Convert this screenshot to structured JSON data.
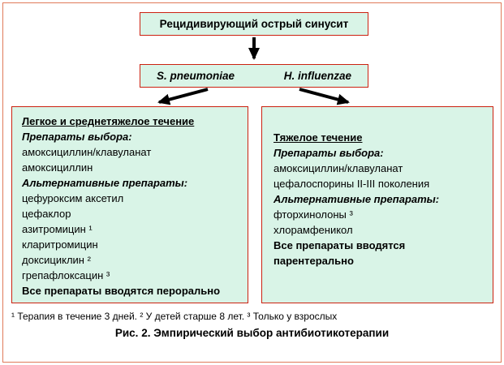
{
  "root": {
    "label": "Рецидивирующий острый синусит"
  },
  "pathogens": {
    "left": "S. pneumoniae",
    "right": "H. influenzae"
  },
  "left_box": {
    "heading": "Легкое и среднетяжелое течение",
    "choice_label": "Препараты выбора:",
    "choice_items": [
      "амоксициллин/клавуланат",
      "амоксициллин"
    ],
    "alt_label": "Альтернативные препараты:",
    "alt_items": [
      "цефуроксим аксетил",
      "цефаклор",
      "азитромицин ¹",
      "кларитромицин",
      "доксициклин ²",
      "грепафлоксацин ³"
    ],
    "footer": "Все препараты вводятся перорально"
  },
  "right_box": {
    "heading": "Тяжелое течение",
    "choice_label": "Препараты выбора:",
    "choice_items": [
      "амоксициллин/клавуланат",
      "цефалоспорины II-III поколения"
    ],
    "alt_label": "Альтернативные препараты:",
    "alt_items": [
      "фторхинолоны ³",
      "хлорамфеникол"
    ],
    "footer": "Все препараты вводятся парентерально"
  },
  "footnotes": "¹ Терапия в течение 3 дней. ² У детей старше 8 лет. ³ Только у взрослых",
  "caption": "Рис. 2. Эмпирический выбор антибиотикотерапии",
  "colors": {
    "background": "#ffffff",
    "text": "#000000",
    "box_fill": "#d9f4e7",
    "box_border": "#cc2211",
    "outer_border": "#e07a5a",
    "arrow": "#000000"
  }
}
